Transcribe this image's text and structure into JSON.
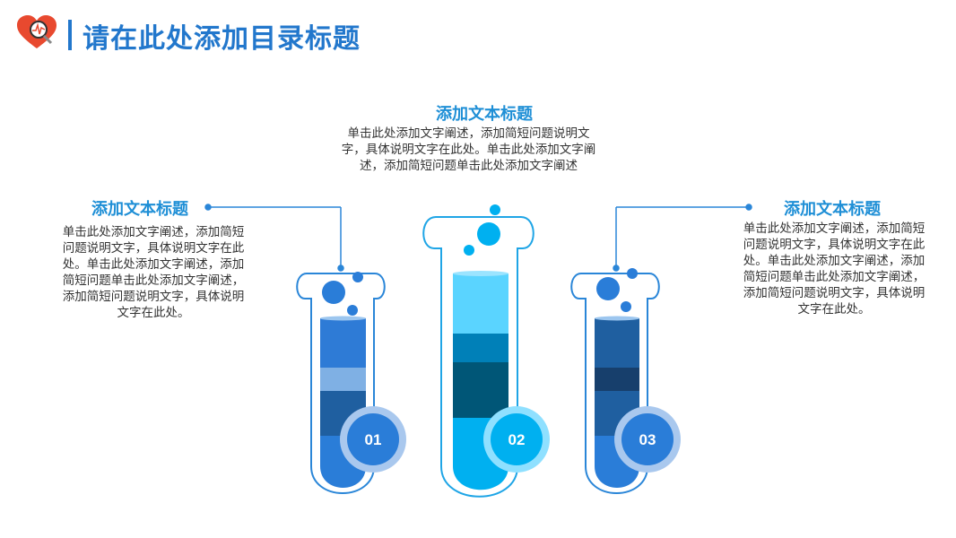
{
  "header": {
    "title": "请在此处添加目录标题",
    "logo_icon": "heart-magnifier-icon"
  },
  "items": [
    {
      "number": "01",
      "heading": "添加文本标题",
      "body": "单击此处添加文字阐述，添加简短问题说明文字，具体说明文字在此处。单击此处添加文字阐述，添加简短问题单击此处添加文字阐述，添加简短问题说明文字，具体说明文字在此处。"
    },
    {
      "number": "02",
      "heading": "添加文本标题",
      "body": "单击此处添加文字阐述，添加简短问题说明文字，具体说明文字在此处。单击此处添加文字阐述，添加简短问题单击此处添加文字阐述"
    },
    {
      "number": "03",
      "heading": "添加文本标题",
      "body": "单击此处添加文字阐述，添加简短问题说明文字，具体说明文字在此处。单击此处添加文字阐述，添加简短问题单击此处添加文字阐述，添加简短问题说明文字，具体说明文字在此处。"
    }
  ],
  "colors": {
    "accent": "#2277cc",
    "heading": "#1f8fd6",
    "tube_outline": "#2a86d8"
  }
}
